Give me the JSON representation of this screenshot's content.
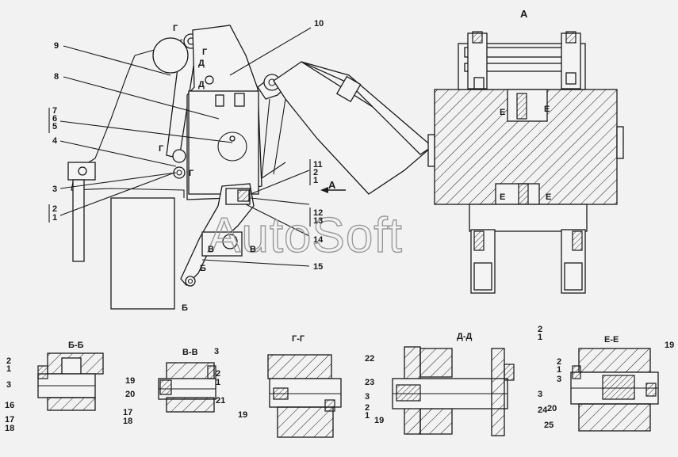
{
  "view_label": "А",
  "callouts": {
    "c1": "1",
    "c2": "2",
    "c3": "3",
    "c4": "4",
    "c5": "5",
    "c6": "6",
    "c7": "7",
    "c8": "8",
    "c9": "9",
    "c10": "10",
    "c11": "11",
    "c12": "12",
    "c13": "13",
    "c14": "14",
    "c15": "15",
    "c16": "16",
    "c17": "17",
    "c18": "18",
    "c19": "19",
    "c20": "20",
    "c21": "21",
    "c22": "22",
    "c23": "23",
    "c24": "24",
    "c25": "25"
  },
  "cut_marks": {
    "b": "Б",
    "v": "В",
    "g": "Г",
    "d": "Д",
    "e": "Е"
  },
  "sections": {
    "bb": "Б-Б",
    "vv": "В-В",
    "gg": "Г-Г",
    "dd": "Д-Д",
    "ee": "Е-Е"
  },
  "watermark": "AutoSoft"
}
